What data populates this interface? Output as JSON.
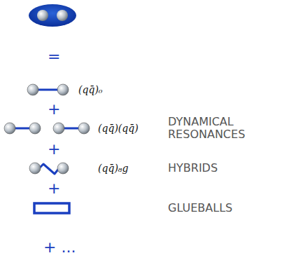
{
  "diagram": {
    "labels": [
      "=",
      "(qq̄)₀",
      "+",
      "(qq̄)(qq̄)",
      "DYNAMICAL RESONANCES",
      "+",
      "(qq̄)₈g",
      "HYBRIDS",
      "+",
      "GLUEBALLS",
      "+ ..."
    ]
  }
}
